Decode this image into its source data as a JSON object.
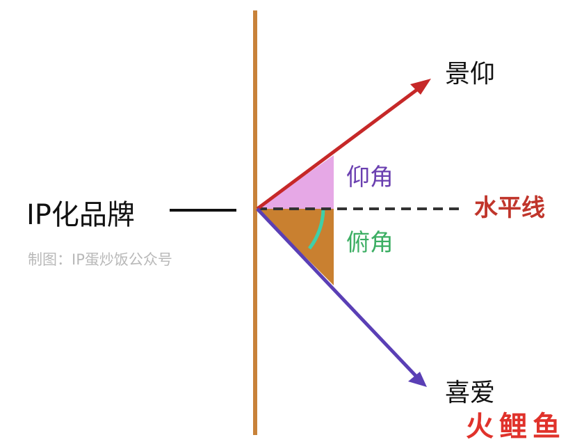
{
  "labels": {
    "main": "IP化品牌",
    "top_arrow": "景仰",
    "bottom_arrow": "喜爱",
    "elevation_angle": "仰角",
    "depression_angle": "俯角",
    "horizontal_line": "水平线",
    "credit": "制图：IP蛋炒饭公众号"
  },
  "watermark": {
    "text": "火鲤鱼",
    "chars": [
      "火",
      "鲤",
      "鱼"
    ]
  },
  "colors": {
    "vertical_line": "#c8823a",
    "top_arrow": "#c62828",
    "bottom_arrow": "#5a3fb5",
    "elevation_fill": "#e6a8e6",
    "depression_fill": "#c98030",
    "angle_arc": "#3fcfa8",
    "horizontal_line": "#333333",
    "elevation_text": "#6a3fb0",
    "depression_text": "#3cae63",
    "horizontal_text": "#c0352b",
    "watermark": "#e0322b"
  },
  "icons": {
    "top_arrowhead": "arrowhead-icon",
    "bottom_arrowhead": "arrowhead-icon"
  }
}
